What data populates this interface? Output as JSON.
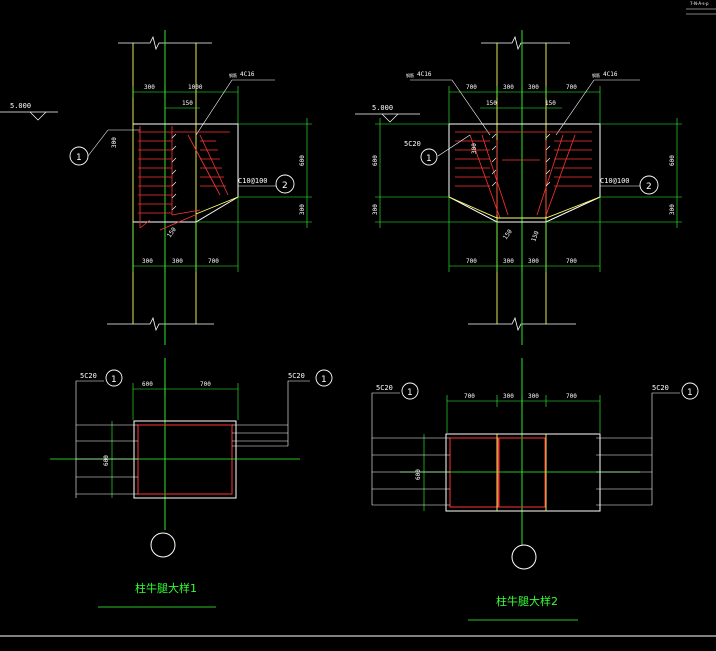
{
  "colors": {
    "background": "#000000",
    "column": "#ffff66",
    "axis": "#33ff33",
    "outline": "#ffffff",
    "rebar": "#ff3333",
    "title": "#34ff34"
  },
  "sheet_tag": "7-N-A-s-p",
  "detail1": {
    "top_dims": [
      "300",
      "1000"
    ],
    "inner_dim": "150",
    "elevation": "5.000",
    "bar_label": "4C16",
    "bar_label_prefix": "钢筋",
    "stirrup_label": "C10@100",
    "left_dim": "300",
    "right_dims": [
      "600",
      "300"
    ],
    "slope_dim": "150",
    "bottom_dims": [
      "300",
      "300",
      "700"
    ],
    "section_top_dims": [
      "600",
      "700"
    ],
    "section_side_dim": "600",
    "left_bar": "5C20",
    "right_bar": "5C20",
    "title": "柱牛腿大样1"
  },
  "detail2": {
    "top_dims": [
      "700",
      "300",
      "300",
      "700"
    ],
    "inner_dim": "150",
    "inner_dim_right": "150",
    "elevation": "5.000",
    "bar_label_left": "4C16",
    "bar_label_right": "4C16",
    "bar_label_prefix": "钢筋",
    "left_bar": "5C20",
    "inner_left_dim": "300",
    "stirrup_label": "C10@100",
    "left_dims": [
      "600",
      "300"
    ],
    "right_dims": [
      "600",
      "300"
    ],
    "slope_dims": [
      "150",
      "150"
    ],
    "bottom_dims": [
      "700",
      "300",
      "300",
      "700"
    ],
    "section_top_dims": [
      "700",
      "300",
      "300",
      "700"
    ],
    "section_side_dim": "600",
    "section_left_bar": "5C20",
    "section_right_bar": "5C20",
    "title": "柱牛腿大样2"
  },
  "callouts": [
    "1",
    "2"
  ]
}
